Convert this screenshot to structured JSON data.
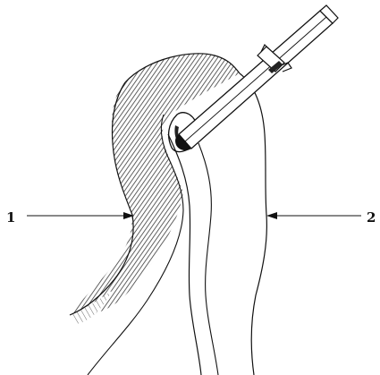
{
  "figure": {
    "callouts": [
      {
        "id": "1",
        "text": "1"
      },
      {
        "id": "2",
        "text": "2"
      }
    ],
    "colors": {
      "ink": "#111111",
      "shade": "#5a5a5a",
      "paper": "#ffffff"
    }
  }
}
